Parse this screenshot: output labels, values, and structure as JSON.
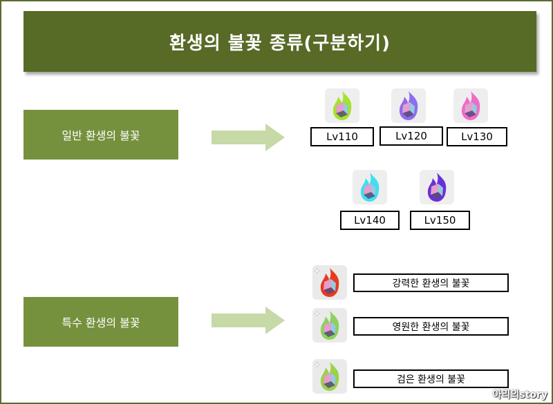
{
  "title": "환생의 불꽃 종류(구분하기)",
  "categories": {
    "normal": "일반 환생의 불꽃",
    "special": "특수 환생의 불꽃"
  },
  "normal_flames": [
    {
      "label": "Lv110",
      "color": "#a6e22e",
      "icon": "green-flame-icon"
    },
    {
      "label": "Lv120",
      "color": "#8e6cf0",
      "icon": "purple-flame-icon"
    },
    {
      "label": "Lv130",
      "color": "#f06cc8",
      "icon": "pink-flame-icon"
    },
    {
      "label": "Lv140",
      "color": "#3fe0f0",
      "icon": "cyan-flame-icon"
    },
    {
      "label": "Lv150",
      "color": "#6a2fd8",
      "icon": "violet-flame-icon"
    }
  ],
  "special_flames": [
    {
      "label": "강력한 환생의 불꽃",
      "color": "#e83a1e",
      "icon": "red-flame-icon"
    },
    {
      "label": "영원한 환생의 불꽃",
      "color": "#8bd35a",
      "icon": "rainbow-flame-icon"
    },
    {
      "label": "검은 환생의 불꽃",
      "color": "#9cd14a",
      "icon": "black-flame-icon"
    }
  ],
  "watermark": "아리의story",
  "colors": {
    "title_bg": "#576a26",
    "category_bg": "#76913e",
    "arrow": "#c6d9a6"
  }
}
